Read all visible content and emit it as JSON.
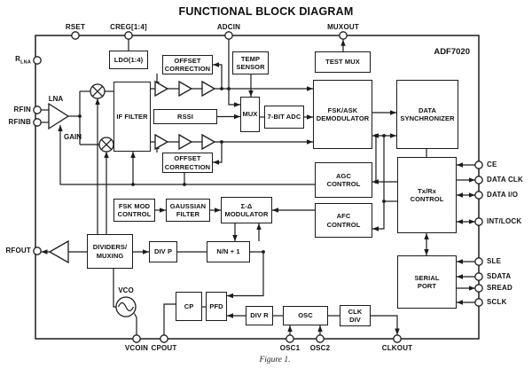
{
  "title": "FUNCTIONAL BLOCK DIAGRAM",
  "chip_label": "ADF7020",
  "figure_caption": "Figure 1.",
  "colors": {
    "line": "#1b1b1b",
    "background": "#ffffff"
  },
  "blocks": {
    "ldo": "LDO(1:4)",
    "offset_correction_top": "OFFSET\nCORRECTION",
    "temp_sensor": "TEMP\nSENSOR",
    "test_mux": "TEST MUX",
    "if_filter": "IF FILTER",
    "rssi": "RSSI",
    "mux": "MUX",
    "adc": "7-BIT ADC",
    "fsk_ask_demodulator": "FSK/ASK\nDEMODULATOR",
    "data_synchronizer": "DATA\nSYNCHRONIZER",
    "agc_control": "AGC\nCONTROL",
    "afc_control": "AFC\nCONTROL",
    "txrx_control": "Tx/Rx\nCONTROL",
    "offset_correction_bottom": "OFFSET\nCORRECTION",
    "fsk_mod_control": "FSK MOD\nCONTROL",
    "gaussian_filter": "GAUSSIAN\nFILTER",
    "sigma_delta_modulator": "Σ-Δ\nMODULATOR",
    "dividers_muxing": "DIVIDERS/\nMUXING",
    "div_p": "DIV P",
    "n_n_plus_1": "N/N + 1",
    "serial_port": "SERIAL\nPORT",
    "cp": "CP",
    "pfd": "PFD",
    "div_r": "DIV R",
    "osc": "OSC",
    "clk_div": "CLK\nDIV"
  },
  "pins": {
    "rset": "RSET",
    "creg": "CREG[1:4]",
    "adcin": "ADCIN",
    "muxout": "MUXOUT",
    "rlna_main": "R",
    "rlna_sub": "LNA",
    "rfin": "RFIN",
    "rfinb": "RFINB",
    "rfout": "RFOUT",
    "vcoin": "VCOIN",
    "cpout": "CPOUT",
    "osc1": "OSC1",
    "osc2": "OSC2",
    "clkout": "CLKOUT",
    "ce": "CE",
    "data_clk": "DATA CLK",
    "data_io": "DATA I/O",
    "int_lock": "INT/LOCK",
    "sle": "SLE",
    "sdata": "SDATA",
    "sread": "SREAD",
    "sclk": "SCLK"
  },
  "labels": {
    "lna": "LNA",
    "gain": "GAIN",
    "vco": "VCO"
  }
}
